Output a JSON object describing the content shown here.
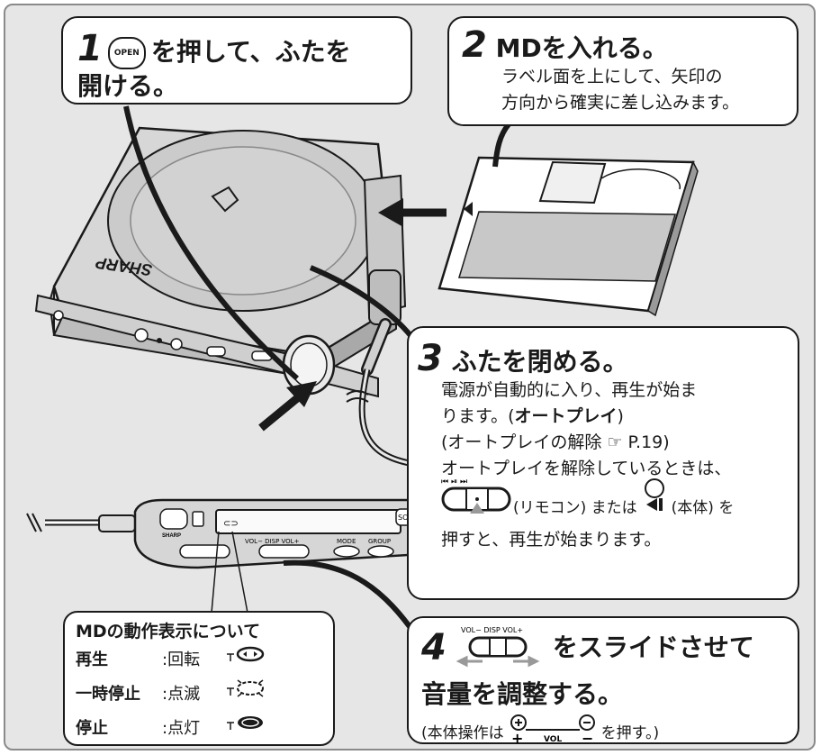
{
  "step1": {
    "number": "1",
    "open_button": "OPEN",
    "line1": "を押して、ふたを",
    "line2": "開ける。"
  },
  "step2": {
    "number": "2",
    "title": "MDを入れる。",
    "line1": "ラベル面を上にして、矢印の",
    "line2": "方向から確実に差し込みます。"
  },
  "step3": {
    "number": "3",
    "title": "ふたを閉める。",
    "line1": "電源が自動的に入り、再生が始ま",
    "line2a": "ります。(",
    "line2b": "オートプレイ",
    "line2c": ")",
    "line3a": "(オートプレイの解除 ",
    "ref_icon": "☞",
    "line3b": " P.19)",
    "line4": "オートプレイを解除しているときは、",
    "remote_label": "(リモコン) または",
    "body_label": "(本体) を",
    "line6": "押すと、再生が始まります。"
  },
  "step4": {
    "number": "4",
    "vol_labels": "VOL− DISP VOL+",
    "line1": "をスライドさせて",
    "line2": "音量を調整する。",
    "note_a": "(本体操作は",
    "vol_small": "VOL",
    "note_b": "を押す。)"
  },
  "device": {
    "brand": "SHARP",
    "remote_brand": "SHARP",
    "remote_buttons": [
      "MODE",
      "GROUP"
    ],
    "remote_vol_labels": "VOL− DISP VOL+",
    "remote_so": "SO"
  },
  "legend": {
    "title": "MDの動作表示について",
    "rows": [
      {
        "label": "再生",
        "value": ":回転"
      },
      {
        "label": "一時停止",
        "value": ":点滅"
      },
      {
        "label": "停止",
        "value": ":点灯"
      }
    ]
  }
}
